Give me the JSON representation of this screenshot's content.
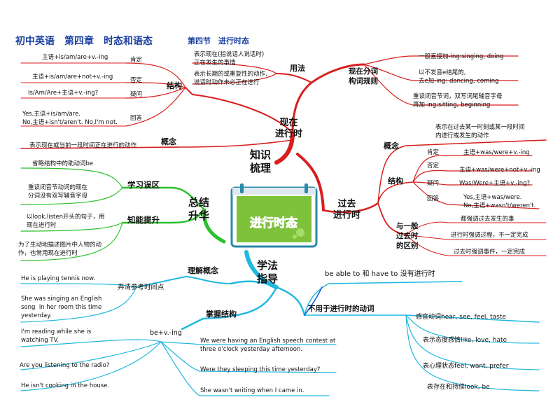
{
  "header": {
    "main": "初中英语　第四章　时态和语态",
    "section": "第四节　进行时态"
  },
  "center": {
    "label": "进行时态",
    "colors": {
      "tile": "#7ec23b",
      "frame": "#2a8aa8",
      "text": "#e0203a"
    }
  },
  "branch_colors": {
    "red": "#d81e1e",
    "green": "#2bc02b",
    "cyan": "#20b8e0",
    "blue": "#1c55d6"
  },
  "present": {
    "label": "现在\n进行时",
    "structure_label": "结构",
    "affirm_form": "主语+is/am/are+v.-ing",
    "affirm_label": "肯定",
    "neg_form": "主语+is/am/are+not+v.-ing",
    "neg_label": "否定",
    "q_form": "Is/Am/Are+主语+v.-ing?",
    "q_label": "疑问",
    "ans_form": "Yes,主语+is/am/are.\nNo,主语+isn't/aren't. No,I'm not.",
    "ans_label": "回答",
    "usage_label": "用法",
    "usage_1": "表示现在(指说话人说话时)\n正在发生的事情",
    "usage_2": "表示长期的或重复性的动作,\n说话时动作未必正在进行",
    "concept_label": "概念",
    "concept_text": "表示现在或当前一段时间正在进行的动作",
    "participle_label": "现在分词\n构词规则",
    "rule_1": "一般直接加-ing:singing, doing",
    "rule_2": "以不发音e结尾的,\n去e加-ing: dancing, coming",
    "rule_3": "重读闭音节词，双写词尾辅音字母\n再加-ing:sitting, beginning"
  },
  "knowledge": {
    "label": "知识\n梳理"
  },
  "past": {
    "label": "过去\n进行时",
    "concept_label": "概念",
    "concept_text": "表示在过去某一时刻或某一段时间\n内进行或发生的动作",
    "structure_label": "结构",
    "affirm_label": "肯定",
    "affirm_form": "主语+was/were+v.-ing",
    "neg_label": "否定",
    "neg_form": "主语+was/were+not+v.-ing",
    "q_label": "疑问",
    "q_form": "Was/Were+主语+v.-ing?",
    "ans_label": "回答",
    "ans_form": "Yes,主语+was/were.\nNo,主语+wasn't/weren't.",
    "diff_label": "与一般\n过去时\n的区别",
    "diff_1": "都强调过去发生的事",
    "diff_2": "进行时强调过程，不一定完成",
    "diff_3": "过去时强调事件，一定完成"
  },
  "summary": {
    "label": "总结\n升华",
    "mistakes_label": "学习误区",
    "mistake_1": "省略结构中的助动词be",
    "mistake_2": "重读闭音节动词的现在\n分词没有双写辅音字母",
    "skills_label": "知能提升",
    "skill_1": "以look,listen开头的句子，用\n现在进行时",
    "skill_2": "为了生动地描述图片中人物的动\n作，也常用现在进行时"
  },
  "methods": {
    "label": "学法\n指导",
    "understand_label": "理解概念",
    "ref_time_label": "弄清参考时间点",
    "ex_1": "He is playing tennis now.",
    "ex_2": "She was singing an English\nsong  in her room this time\nyesterday.",
    "grasp_label": "掌握结构",
    "form_label": "be+v.-ing",
    "ex_3": "I'm reading while she is\nwatching TV.",
    "ex_4": "Are you listening to the radio?",
    "ex_5": "He isn't cooking in the house.",
    "ex_6": "We were having an English speech contest at\nthree o'clock yesterday afternoon.",
    "ex_7": "Were they sleeping this time yesterday?",
    "ex_8": "She wasn't writing when I came in.",
    "be_able": "be able to 和 have to 没有进行时",
    "nonprog_label": "不用于进行时的动词",
    "verb_1": "感官动词hear, see, feel, taste",
    "verb_2": "表示态度感情like, love, hate",
    "verb_3": "表心理状态feel, want, prefer",
    "verb_4": "表存在和持续look, be"
  }
}
